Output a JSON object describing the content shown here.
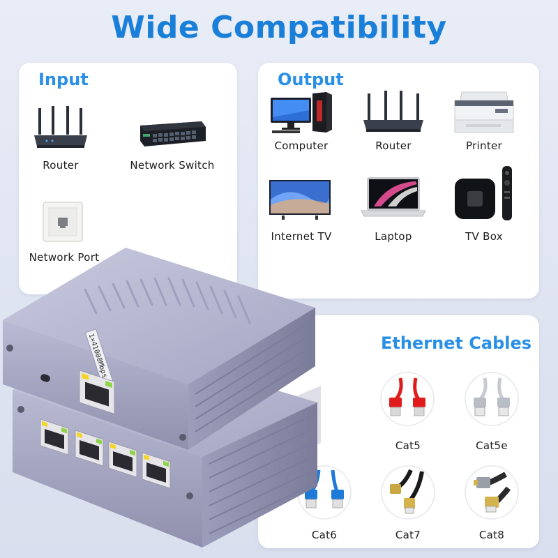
{
  "headline": "Wide Compatibility",
  "input": {
    "title": "Input",
    "items": [
      {
        "label": "Router",
        "icon": "router-icon"
      },
      {
        "label": "Network Switch",
        "icon": "network-switch-icon"
      },
      {
        "label": "Network Port",
        "icon": "wall-port-icon"
      }
    ]
  },
  "output": {
    "title": "Output",
    "items": [
      {
        "label": "Computer",
        "icon": "computer-icon"
      },
      {
        "label": "Router",
        "icon": "router-icon"
      },
      {
        "label": "Printer",
        "icon": "printer-icon"
      },
      {
        "label": "Internet TV",
        "icon": "tv-icon"
      },
      {
        "label": "Laptop",
        "icon": "laptop-icon"
      },
      {
        "label": "TV Box",
        "icon": "tv-box-icon"
      }
    ]
  },
  "cables": {
    "title": "Ethernet Cables",
    "items": [
      {
        "label": "Cat5",
        "color": "#e01b1b"
      },
      {
        "label": "Cat5e",
        "color": "#cfd3d8"
      },
      {
        "label": "Cat6",
        "color": "#1e7ad8"
      },
      {
        "label": "Cat7",
        "color": "#1a1a1a"
      },
      {
        "label": "Cat8",
        "color": "#2a2a2a"
      }
    ]
  },
  "device": {
    "top_label": "1000Mbps",
    "top_badge": "1×4"
  },
  "colors": {
    "accent": "#1a7fd8",
    "panel_title": "#2a8fe6",
    "device_body": "#a9aac8"
  }
}
